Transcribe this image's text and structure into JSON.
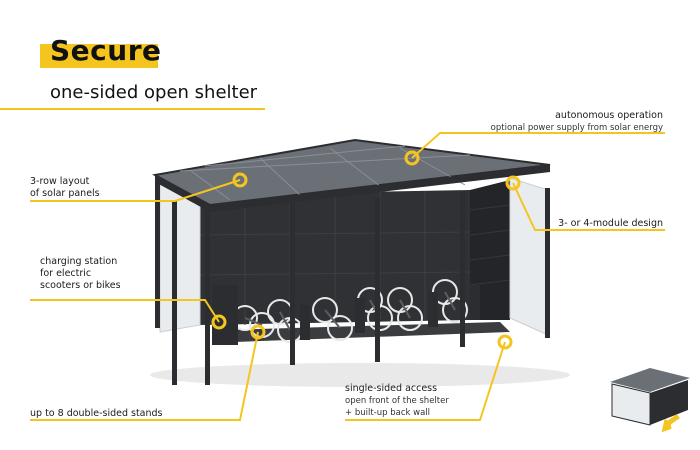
{
  "title": "Secure",
  "subtitle": "one-sided open shelter",
  "callouts": {
    "autonomous": {
      "title": "autonomous operation",
      "sub": "optional power supply from solar energy"
    },
    "solar_layout": {
      "line1": "3-row layout",
      "line2": "of solar panels"
    },
    "module": {
      "title": "3- or 4-module design"
    },
    "charging": {
      "line1": "charging station",
      "line2": "for electric",
      "line3": "scooters or bikes"
    },
    "access": {
      "title": "single-sided access",
      "line1": "open front of the shelter",
      "line2": "+ built-up back wall"
    },
    "stands": {
      "title": "up to 8 double-sided stands"
    }
  },
  "colors": {
    "accent": "#f5c51f",
    "frame": "#2b2d30",
    "roof": "#6b7076",
    "glass": "#e8ecee"
  }
}
